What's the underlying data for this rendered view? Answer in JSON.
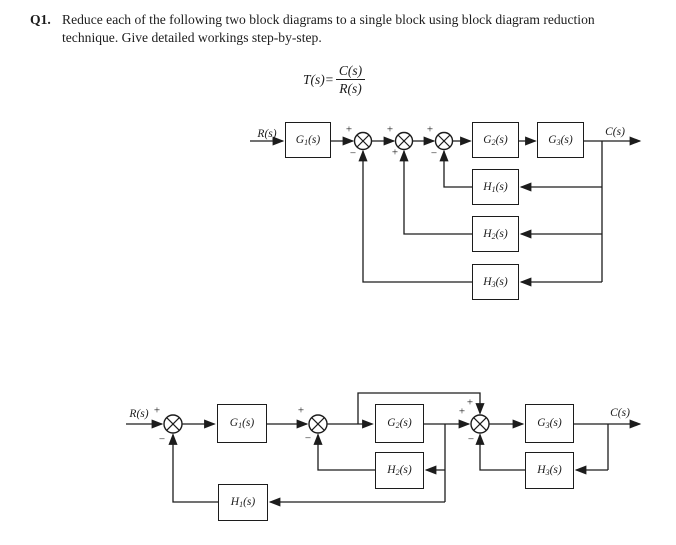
{
  "colors": {
    "ink": "#1c1c1c",
    "background": "#ffffff"
  },
  "header": {
    "number": "Q1.",
    "line1": "Reduce each of the following two block diagrams to a single block using block diagram reduction",
    "line2": "technique. Give detailed workings step-by-step."
  },
  "formula": {
    "lhs": "T(s)=",
    "numerator": "C(s)",
    "denominator": "R(s)"
  },
  "diagram1": {
    "input_label": "R(s)",
    "output_label": "C(s)",
    "blocks": {
      "g1": {
        "base": "G",
        "sub": "1",
        "arg": "(s)"
      },
      "g2": {
        "base": "G",
        "sub": "2",
        "arg": "(s)"
      },
      "g3": {
        "base": "G",
        "sub": "3",
        "arg": "(s)"
      },
      "h1": {
        "base": "H",
        "sub": "1",
        "arg": "(s)"
      },
      "h2": {
        "base": "H",
        "sub": "2",
        "arg": "(s)"
      },
      "h3": {
        "base": "H",
        "sub": "3",
        "arg": "(s)"
      }
    },
    "signs": {
      "j1_in": "+",
      "j1_fb": "−",
      "j2_in": "+",
      "j2_fb": "+",
      "j3_in": "+",
      "j3_fb": "−"
    }
  },
  "diagram2": {
    "input_label": "R(s)",
    "output_label": "C(s)",
    "blocks": {
      "g1": {
        "base": "G",
        "sub": "1",
        "arg": "(s)"
      },
      "g2": {
        "base": "G",
        "sub": "2",
        "arg": "(s)"
      },
      "g3": {
        "base": "G",
        "sub": "3",
        "arg": "(s)"
      },
      "h1": {
        "base": "H",
        "sub": "1",
        "arg": "(s)"
      },
      "h2": {
        "base": "H",
        "sub": "2",
        "arg": "(s)"
      },
      "h3": {
        "base": "H",
        "sub": "3",
        "arg": "(s)"
      }
    },
    "signs": {
      "jA_in": "+",
      "jA_fb": "−",
      "jB_in": "+",
      "jB_fb": "−",
      "jC_top": "+",
      "jC_in": "+",
      "jC_fb": "−"
    }
  }
}
